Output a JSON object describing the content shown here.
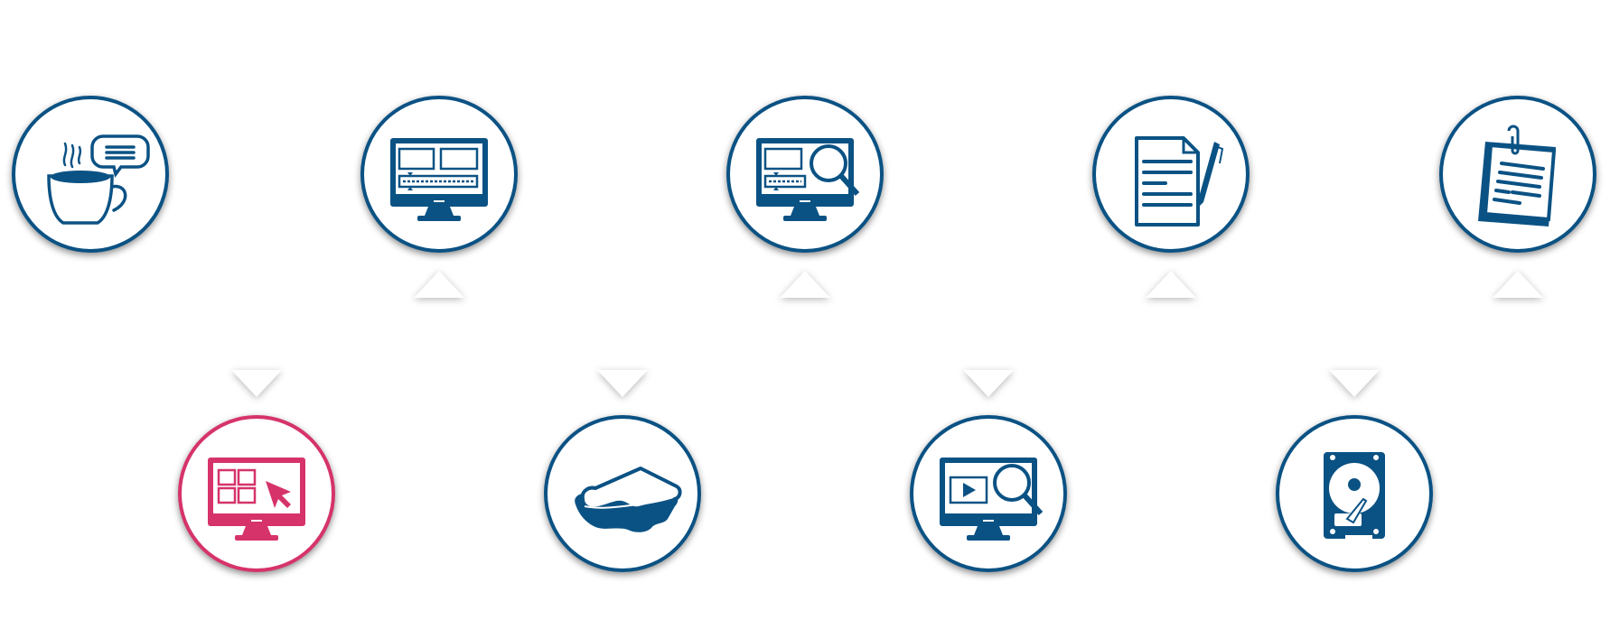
{
  "colors": {
    "primary": "#0b5284",
    "active": "#d6336b",
    "arrow": "#ffffff"
  },
  "steps": [
    {
      "id": "coffee-chat",
      "icon": "coffee-chat-icon",
      "row": "top",
      "active": false
    },
    {
      "id": "desktop-app-select",
      "icon": "desktop-apps-cursor-icon",
      "row": "bottom",
      "active": true
    },
    {
      "id": "video-editor",
      "icon": "monitor-video-editor-icon",
      "row": "top",
      "active": false
    },
    {
      "id": "lunch",
      "icon": "sandwich-icon",
      "row": "bottom",
      "active": false
    },
    {
      "id": "video-review",
      "icon": "monitor-editor-magnifier-icon",
      "row": "top",
      "active": false
    },
    {
      "id": "video-search",
      "icon": "monitor-video-magnifier-icon",
      "row": "bottom",
      "active": false
    },
    {
      "id": "write-document",
      "icon": "document-pen-icon",
      "row": "top",
      "active": false
    },
    {
      "id": "storage",
      "icon": "hard-drive-icon",
      "row": "bottom",
      "active": false
    },
    {
      "id": "paperwork",
      "icon": "clipped-papers-icon",
      "row": "top",
      "active": false
    }
  ]
}
